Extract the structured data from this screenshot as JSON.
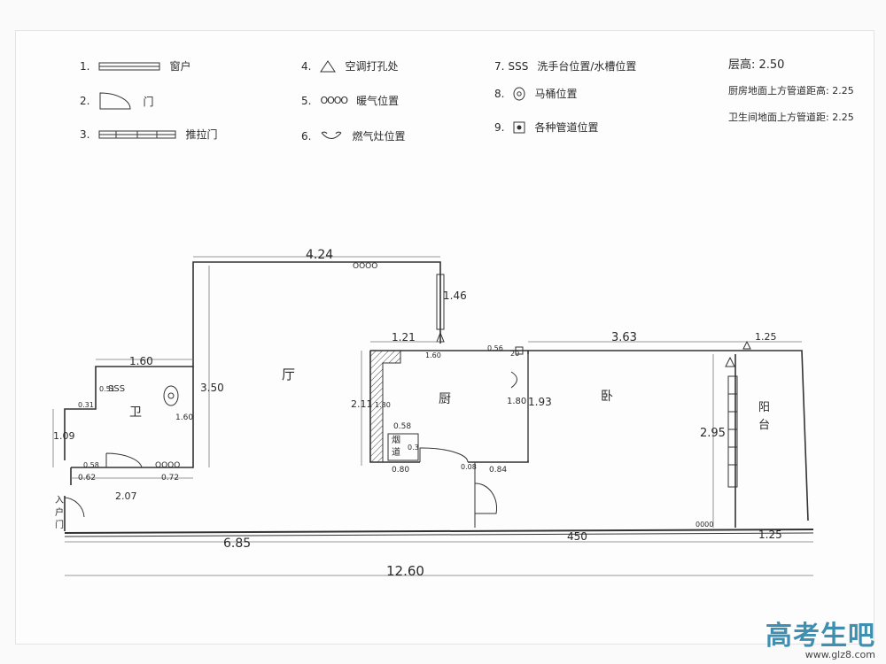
{
  "legend": [
    {
      "num": "1.",
      "icon": "window-symbol",
      "label": "窗户"
    },
    {
      "num": "2.",
      "icon": "door-symbol",
      "label": "门"
    },
    {
      "num": "3.",
      "icon": "sliding-door-symbol",
      "label": "推拉门"
    },
    {
      "num": "4.",
      "icon": "ac-hole-symbol",
      "label": "空调打孔处"
    },
    {
      "num": "5.",
      "icon": "radiator-symbol",
      "label": "暖气位置"
    },
    {
      "num": "6.",
      "icon": "gas-stove-symbol",
      "label": "燃气灶位置"
    },
    {
      "num": "7.",
      "icon": "sink-symbol",
      "label": "洗手台位置/水槽位置"
    },
    {
      "num": "8.",
      "icon": "toilet-symbol",
      "label": "马桶位置"
    },
    {
      "num": "9.",
      "icon": "pipe-symbol",
      "label": "各种管道位置"
    }
  ],
  "legend_glyphs": {
    "sink": "SSS",
    "radiator": "OOOO"
  },
  "info": {
    "ceiling": "层高: 2.50",
    "kitchen_pipe": "厨房地面上方管道距高: 2.25",
    "bath_pipe": "卫生间地面上方管道距: 2.25"
  },
  "rooms": {
    "living": "厅",
    "kitchen": "厨",
    "bedroom": "卧",
    "balcony_1": "阳",
    "balcony_2": "台",
    "bath": "卫",
    "entry_1": "入",
    "entry_2": "户",
    "entry_3": "门",
    "shaft_1": "烟",
    "shaft_2": "道"
  },
  "dimensions": {
    "living_width": "4.24",
    "living_height": "3.50",
    "window_len": "1.46",
    "kitchen_width": "1.21",
    "kitchen_height": "2.11",
    "kitchen_inner": "1.80",
    "kitchen_right": "1.80",
    "kitchen_top_a": "1.60",
    "kitchen_top_b": "0.56",
    "kitchen_top_c": "20",
    "shaft_w": "0.58",
    "shaft_h": "0.3",
    "k_bottom_a": "0.80",
    "k_bottom_b": "0.08",
    "k_bottom_c": "0.84",
    "bedroom_width": "3.63",
    "bedroom_height": "1.93",
    "balcony_top": "1.25",
    "balcony_height": "2.95",
    "bath_width": "1.60",
    "bath_side": "0.31",
    "bath_sink": "0.51",
    "bath_toilet": "1.60",
    "bath_left": "1.09",
    "bath_b1": "0.58",
    "bath_b2": "0.62",
    "bath_b3": "0.72",
    "bath_total": "2.07",
    "bottom_a": "6.85",
    "bottom_b": "450",
    "bottom_c": "1.25",
    "total": "12.60"
  },
  "symbols": {
    "radiator": "OOOO",
    "sink": "SSS",
    "radiator_2": "0000"
  },
  "watermark": {
    "text": "高考生吧",
    "url": "www.glz8.com"
  }
}
